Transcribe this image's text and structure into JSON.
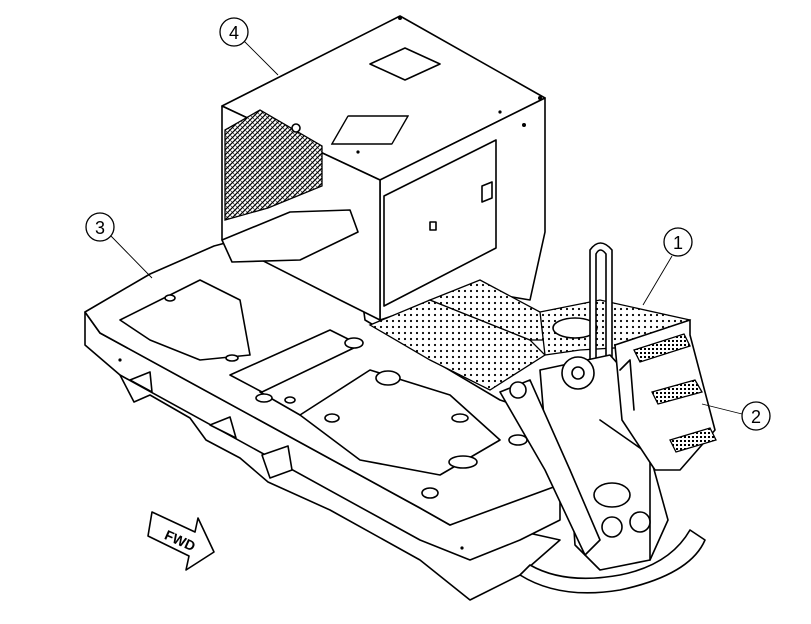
{
  "callouts": [
    {
      "id": "callout-1",
      "label": "1"
    },
    {
      "id": "callout-2",
      "label": "2"
    },
    {
      "id": "callout-3",
      "label": "3"
    },
    {
      "id": "callout-4",
      "label": "4"
    }
  ],
  "direction_arrow": {
    "label": "FWD"
  },
  "colors": {
    "line": "#000000",
    "background": "#ffffff"
  }
}
